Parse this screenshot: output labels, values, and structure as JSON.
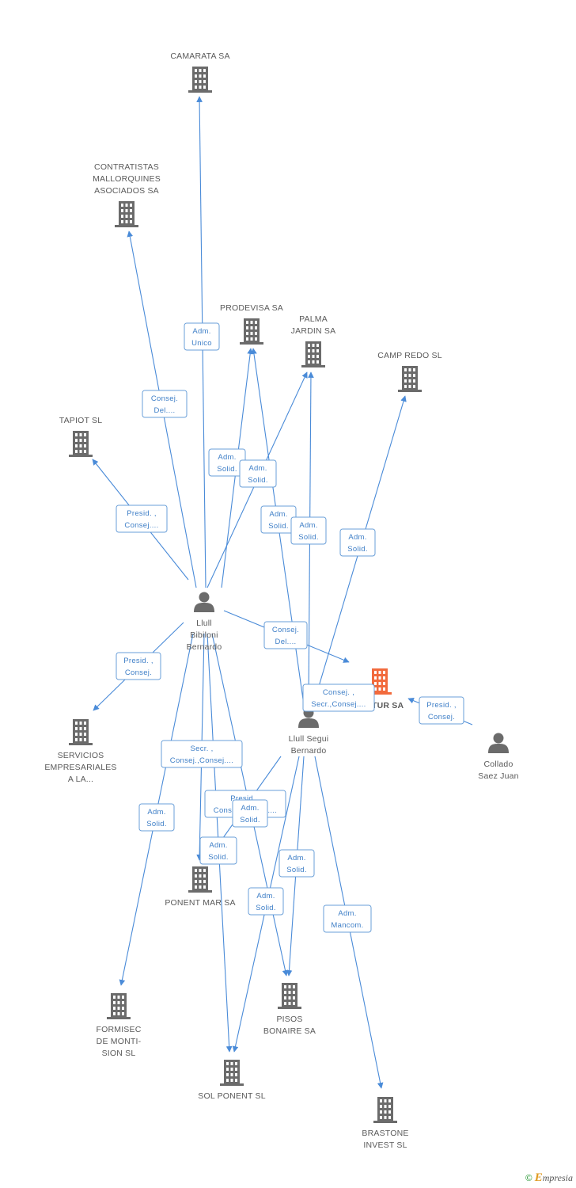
{
  "colors": {
    "edge": "#4a8bd8",
    "node_gray": "#6b6b6b",
    "node_focus": "#f26a3c",
    "rel_text": "#3f7fc7"
  },
  "nodes": [
    {
      "id": "camarata",
      "type": "company",
      "lines": [
        "CAMARATA SA"
      ]
    },
    {
      "id": "contratistas",
      "type": "company",
      "lines": [
        "CONTRATISTAS",
        "MALLORQUINES",
        "ASOCIADOS SA"
      ]
    },
    {
      "id": "prodevisa",
      "type": "company",
      "lines": [
        "PRODEVISA SA"
      ]
    },
    {
      "id": "palma",
      "type": "company",
      "lines": [
        "PALMA",
        "JARDIN SA"
      ]
    },
    {
      "id": "campredo",
      "type": "company",
      "lines": [
        "CAMP REDO SL"
      ]
    },
    {
      "id": "tapiot",
      "type": "company",
      "lines": [
        "TAPIOT SL"
      ]
    },
    {
      "id": "llull_b",
      "type": "person",
      "lines": [
        "Llull",
        "Bibiloni",
        "Bernardo"
      ]
    },
    {
      "id": "focus",
      "type": "focus",
      "lines": [
        "TUR SA"
      ]
    },
    {
      "id": "llull_s",
      "type": "person",
      "lines": [
        "Llull Segui",
        "Bernardo"
      ]
    },
    {
      "id": "collado",
      "type": "person",
      "lines": [
        "Collado",
        "Saez Juan"
      ]
    },
    {
      "id": "servicios",
      "type": "company",
      "lines": [
        "SERVICIOS",
        "EMPRESARIALES",
        "A LA..."
      ]
    },
    {
      "id": "ponent",
      "type": "company",
      "lines": [
        "PONENT MAR SA"
      ]
    },
    {
      "id": "formisec",
      "type": "company",
      "lines": [
        "FORMISEC",
        "DE MONTI-",
        "SION SL"
      ]
    },
    {
      "id": "pisos",
      "type": "company",
      "lines": [
        "PISOS",
        "BONAIRE SA"
      ]
    },
    {
      "id": "solponent",
      "type": "company",
      "lines": [
        "SOL PONENT SL"
      ]
    },
    {
      "id": "brastone",
      "type": "company",
      "lines": [
        "BRASTONE",
        "INVEST SL"
      ]
    }
  ],
  "relations": [
    {
      "id": "r_unico",
      "lines": [
        "Adm.",
        "Unico"
      ]
    },
    {
      "id": "r_consej_del_top",
      "lines": [
        "Consej.",
        "Del...."
      ]
    },
    {
      "id": "r_presid_tapiot",
      "lines": [
        "Presid. ,",
        "Consej...."
      ]
    },
    {
      "id": "r_solid_prod",
      "lines": [
        "Adm.",
        "Solid."
      ]
    },
    {
      "id": "r_solid_palma",
      "lines": [
        "Adm.",
        "Solid."
      ]
    },
    {
      "id": "r_solid_seg_prod",
      "lines": [
        "Adm.",
        "Solid."
      ]
    },
    {
      "id": "r_solid_seg_palma",
      "lines": [
        "Adm.",
        "Solid."
      ]
    },
    {
      "id": "r_solid_camp",
      "lines": [
        "Adm.",
        "Solid."
      ]
    },
    {
      "id": "r_consej_del_focus",
      "lines": [
        "Consej.",
        "Del...."
      ]
    },
    {
      "id": "r_consej_secr",
      "lines": [
        "Consej. ,",
        "Secr.,Consej...."
      ]
    },
    {
      "id": "r_presid_collado",
      "lines": [
        "Presid. ,",
        "Consej."
      ]
    },
    {
      "id": "r_presid_servicios",
      "lines": [
        "Presid. ,",
        "Consej."
      ]
    },
    {
      "id": "r_secr_ponent",
      "lines": [
        "Secr. ,",
        "Consej.,Consej...."
      ]
    },
    {
      "id": "r_presid_seg",
      "lines": [
        "Presid. ,",
        "Consej.,Consej...."
      ]
    },
    {
      "id": "r_solid_a",
      "lines": [
        "Adm.",
        "Solid."
      ]
    },
    {
      "id": "r_solid_formisec",
      "lines": [
        "Adm.",
        "Solid."
      ]
    },
    {
      "id": "r_solid_ponent",
      "lines": [
        "Adm.",
        "Solid."
      ]
    },
    {
      "id": "r_solid_pisos",
      "lines": [
        "Adm.",
        "Solid."
      ]
    },
    {
      "id": "r_solid_sol",
      "lines": [
        "Adm.",
        "Solid."
      ]
    },
    {
      "id": "r_mancom",
      "lines": [
        "Adm.",
        "Mancom."
      ]
    }
  ],
  "footer": {
    "copyright": "©",
    "brand_initial": "E",
    "brand_rest": "mpresia"
  }
}
